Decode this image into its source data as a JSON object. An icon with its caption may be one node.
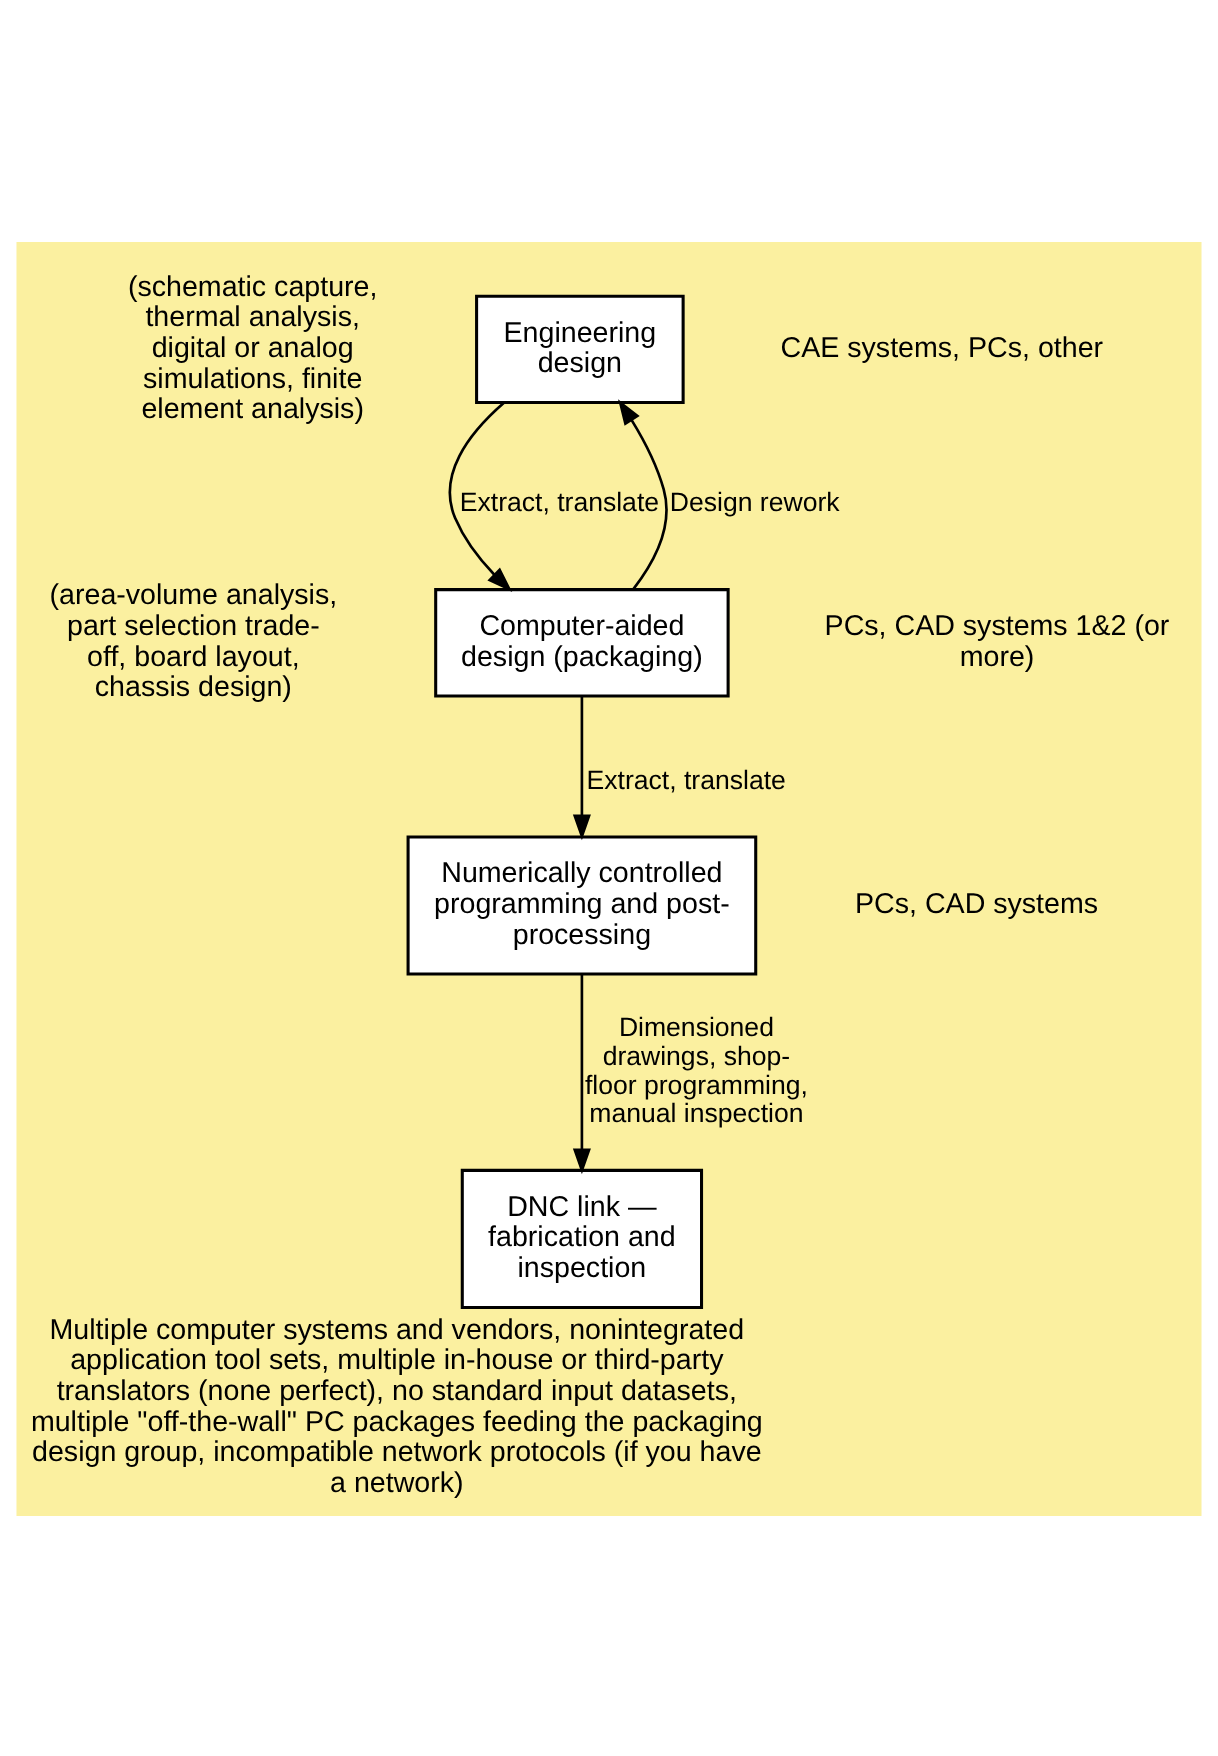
{
  "diagram": {
    "caption": "Multiple computer systems and vendors, nonintegrated application tool sets, multiple in-house or third-party translators (none perfect), no standard input datasets, multiple \"off-the-wall\" PC packages feeding the packaging design group, incompatible network protocols (if you have a network)",
    "nodes": [
      {
        "text": [
          "Engineering design"
        ],
        "beside": [
          "(schematic capture, thermal analysis, digital or analog simulations, finite element analysis)",
          "CAE systems, PCs, other"
        ]
      },
      {
        "text": [
          "Computer-aided design (packaging)"
        ],
        "beside": [
          "(area-volume analysis, part selection trade-off, board layout, chassis design)",
          "PCs, CAD systems 1&2 (or more)"
        ]
      },
      {
        "text": [
          "Numerically controlled programming and post-processing"
        ],
        "beside": [
          "PCs, CAD systems"
        ]
      },
      {
        "text": [
          "DNC link — fabrication and inspection"
        ]
      }
    ],
    "edges": [
      {
        "from": 0,
        "to": 1,
        "arrow": "to",
        "label": "Extract, translate"
      },
      {
        "from": 1,
        "to": 0,
        "arrow": "to",
        "label": "Design rework"
      },
      {
        "from": 1,
        "to": 2,
        "arrow": "to",
        "label": "Extract, translate"
      },
      {
        "from": 2,
        "to": 3,
        "arrow": "to",
        "label": "Dimensioned drawings, shop-floor programming, manual inspection"
      }
    ]
  }
}
